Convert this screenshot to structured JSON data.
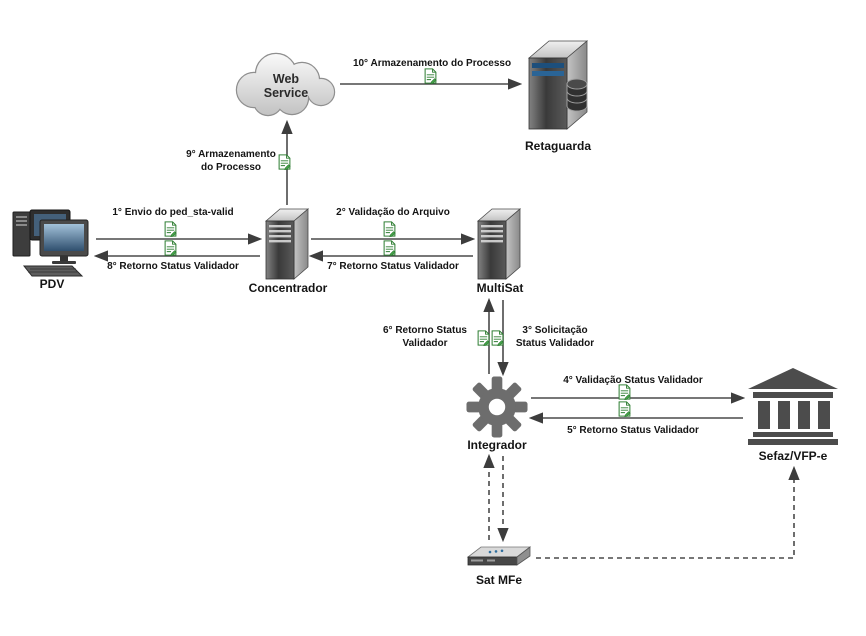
{
  "nodes": {
    "pdv": {
      "label": "PDV"
    },
    "concentrador": {
      "label": "Concentrador"
    },
    "web_service": {
      "label_line1": "Web",
      "label_line2": "Service"
    },
    "retaguarda": {
      "label": "Retaguarda"
    },
    "multisat": {
      "label": "MultiSat"
    },
    "integrador": {
      "label": "Integrador"
    },
    "sefaz": {
      "label": "Sefaz/VFP-e"
    },
    "sat_mfe": {
      "label": "Sat MFe"
    }
  },
  "edges": {
    "e1": {
      "label": "1° Envio do ped_sta-valid",
      "from": "pdv",
      "to": "concentrador",
      "style": "solid"
    },
    "e2": {
      "label": "2° Validação do Arquivo",
      "from": "concentrador",
      "to": "multisat",
      "style": "solid"
    },
    "e3": {
      "label": "3° Solicitação Status Validador",
      "from": "multisat",
      "to": "integrador",
      "style": "solid"
    },
    "e4": {
      "label": "4° Validação Status Validador",
      "from": "integrador",
      "to": "sefaz",
      "style": "solid"
    },
    "e5": {
      "label": "5° Retorno Status Validador",
      "from": "sefaz",
      "to": "integrador",
      "style": "solid"
    },
    "e6": {
      "label": "6° Retorno Status Validador",
      "from": "integrador",
      "to": "multisat",
      "style": "solid"
    },
    "e7": {
      "label": "7° Retorno Status Validador",
      "from": "multisat",
      "to": "concentrador",
      "style": "solid"
    },
    "e8": {
      "label": "8° Retorno Status Validador",
      "from": "concentrador",
      "to": "pdv",
      "style": "solid"
    },
    "e9": {
      "label": "9° Armazenamento do Processo",
      "from": "concentrador",
      "to": "web_service",
      "style": "solid"
    },
    "e10": {
      "label": "10° Armazenamento do Processo",
      "from": "web_service",
      "to": "retaguarda",
      "style": "solid"
    },
    "e11": {
      "label": "",
      "from": "sat_mfe",
      "to": "integrador",
      "style": "dashed"
    },
    "e12": {
      "label": "",
      "from": "integrador",
      "to": "sat_mfe",
      "style": "dashed"
    },
    "e13": {
      "label": "",
      "from": "sat_mfe",
      "to": "sefaz",
      "style": "dashed"
    }
  },
  "icons": {
    "pdv": "desktop-computer-icon",
    "concentrador": "server-tower-icon",
    "multisat": "server-tower-icon",
    "retaguarda": "server-database-icon",
    "web_service": "cloud-icon",
    "integrador": "gear-icon",
    "sefaz": "bank-building-icon",
    "sat_mfe": "router-device-icon",
    "edge_attachment": "document-check-icon"
  },
  "colors": {
    "background": "#ffffff",
    "line": "#3d3d3d",
    "node_gray_dark": "#3a3a3a",
    "node_gray_light": "#d9d9d9",
    "document_green": "#2e7d32",
    "database_blue": "#1d4f7c",
    "label_text": "#141414"
  }
}
